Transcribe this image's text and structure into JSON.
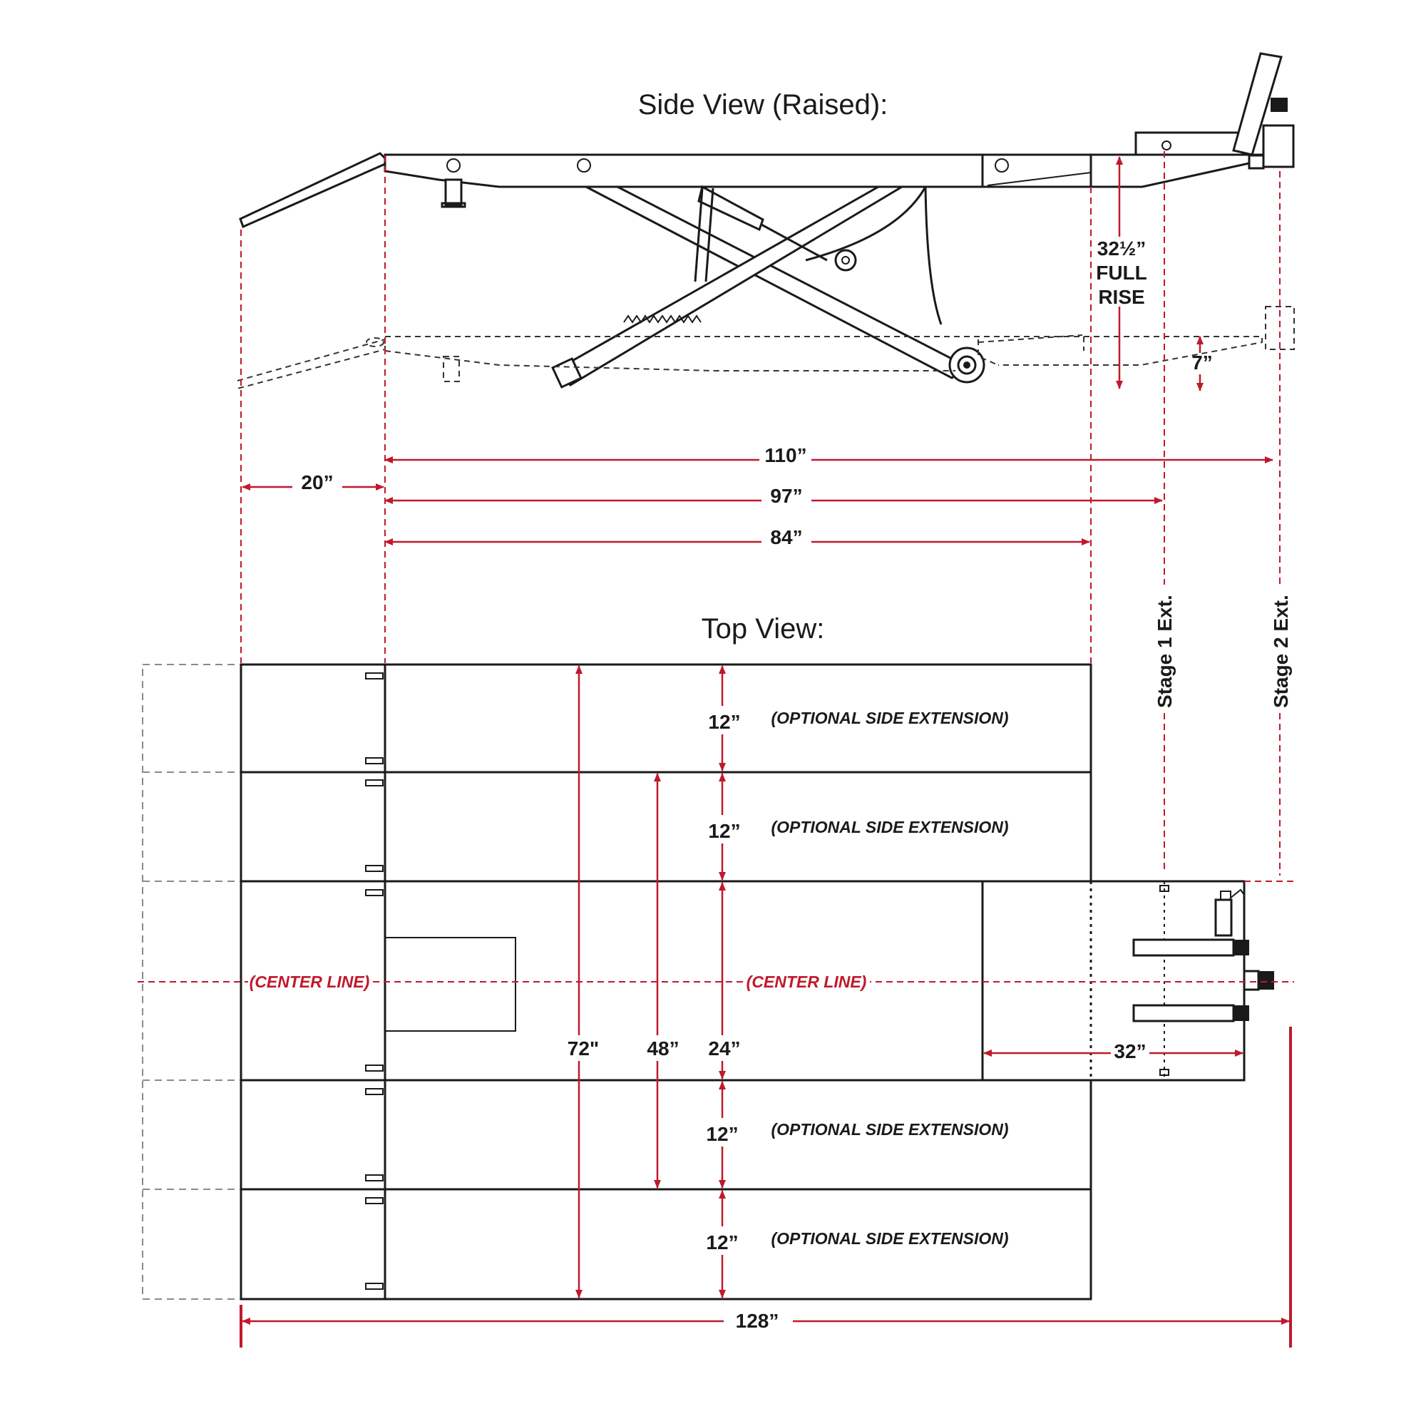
{
  "titles": {
    "side_view": "Side View (Raised):",
    "top_view": "Top View:"
  },
  "dimensions": {
    "full_rise_value": "32½”",
    "full_rise_label_1": "FULL",
    "full_rise_label_2": "RISE",
    "lowered": "7”",
    "ramp": "20”",
    "length_stage2": "110”",
    "length_stage1": "97”",
    "length_base": "84”",
    "width_total": "72\"",
    "width_mid": "48”",
    "width_center": "24”",
    "side_ext_1": "12”",
    "side_ext_2": "12”",
    "side_ext_3": "12”",
    "side_ext_4": "12”",
    "front_ext": "32”",
    "overall_length": "128”"
  },
  "labels": {
    "stage1": "Stage 1 Ext.",
    "stage2": "Stage 2 Ext.",
    "side_extension_1": "(OPTIONAL SIDE EXTENSION)",
    "side_extension_2": "(OPTIONAL SIDE EXTENSION)",
    "side_extension_3": "(OPTIONAL SIDE EXTENSION)",
    "side_extension_4": "(OPTIONAL SIDE EXTENSION)",
    "center_line_left": "(CENTER LINE)",
    "center_line_main": "(CENTER LINE)"
  },
  "colors": {
    "dimension": "#c0192b",
    "outline": "#1a1a1a",
    "hidden_line": "#8a8a8a"
  }
}
